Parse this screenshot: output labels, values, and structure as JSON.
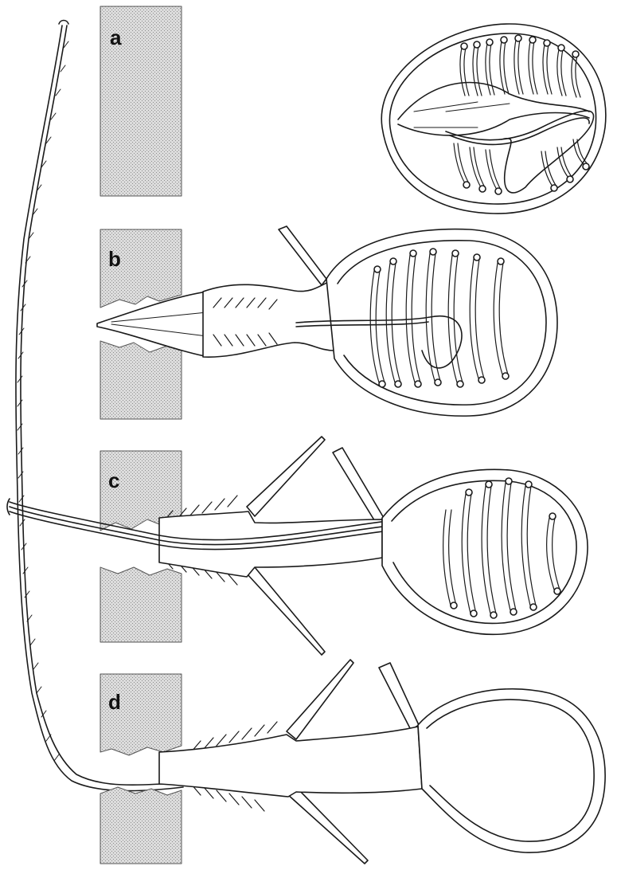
{
  "figure": {
    "colors": {
      "line": "#1a1a1a",
      "fill": "#ffffff",
      "stipple": "#9a9a9a",
      "stipple_bg": "#d9d9d9"
    },
    "panels": [
      {
        "id": "a",
        "label": "a",
        "state": "undischarged capsule, tubule coiled inside"
      },
      {
        "id": "b",
        "label": "b",
        "state": "stylets and operculum opened, shaft everting"
      },
      {
        "id": "c",
        "label": "c",
        "state": "shaft fully everted, tubule everting"
      },
      {
        "id": "d",
        "label": "d",
        "state": "tubule fully discharged, capsule empty"
      }
    ]
  }
}
